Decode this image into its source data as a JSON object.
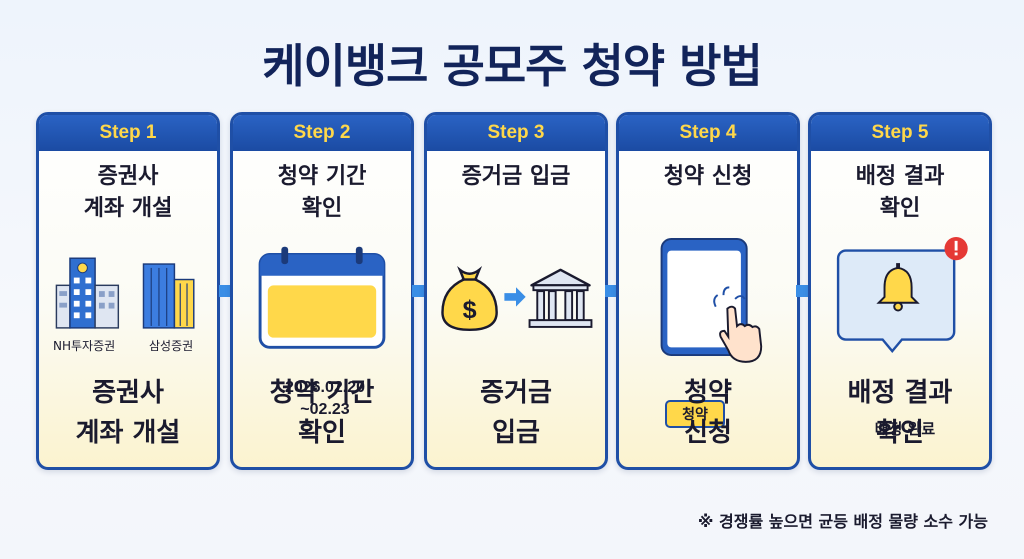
{
  "title": "케이뱅크 공모주 청약 방법",
  "steps": [
    {
      "label": "Step 1",
      "top": "증권사\n계좌 개설",
      "bottom": "증권사\n계좌 개설",
      "icon": "bank-buildings-icon",
      "banks": [
        "NH투자증권",
        "삼성증권"
      ]
    },
    {
      "label": "Step 2",
      "top": "청약 기간\n확인",
      "bottom": "청약 기간\n확인",
      "icon": "calendar-icon",
      "date": "2026.02.20\n~02.23"
    },
    {
      "label": "Step 3",
      "top": "증거금 입금",
      "bottom": "증거금\n입금",
      "icon": "money-bag-to-bank-icon"
    },
    {
      "label": "Step 4",
      "top": "청약 신청",
      "bottom": "청약\n신청",
      "icon": "smartphone-tap-icon",
      "button": "청약"
    },
    {
      "label": "Step 5",
      "top": "배정 결과\n확인",
      "bottom": "배정 결과\n확인",
      "icon": "bell-notification-icon",
      "bubble": "배정 완료"
    }
  ],
  "note": "※ 경쟁률 높으면 균등 배정 물량 소수 가능",
  "colors": {
    "primary": "#1f4fa6",
    "accent": "#ffd84a",
    "arrow": "#3a8ee6",
    "title": "#12245a"
  }
}
